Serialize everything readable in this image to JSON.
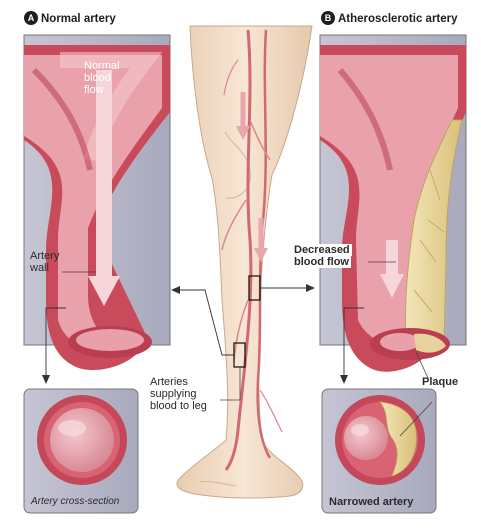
{
  "panel_a": {
    "letter": "A",
    "title": "Normal artery"
  },
  "panel_b": {
    "letter": "B",
    "title": "Atherosclerotic artery"
  },
  "labels": {
    "normal_flow": [
      "Normal",
      "blood",
      "flow"
    ],
    "artery_wall": [
      "Artery",
      "wall"
    ],
    "decreased_flow": [
      "Decreased",
      "blood flow"
    ],
    "plaque": "Plaque",
    "arteries_supplying": [
      "Arteries",
      "supplying",
      "blood to leg"
    ],
    "cross_section": "Artery cross-section",
    "narrowed": "Narrowed artery"
  },
  "colors": {
    "panel_bg": "#b6b6c8",
    "artery_red": "#cc4d5c",
    "artery_pink": "#e8a4ac",
    "plaque": "#e9d8a0",
    "skin": "#f1dcc6"
  }
}
